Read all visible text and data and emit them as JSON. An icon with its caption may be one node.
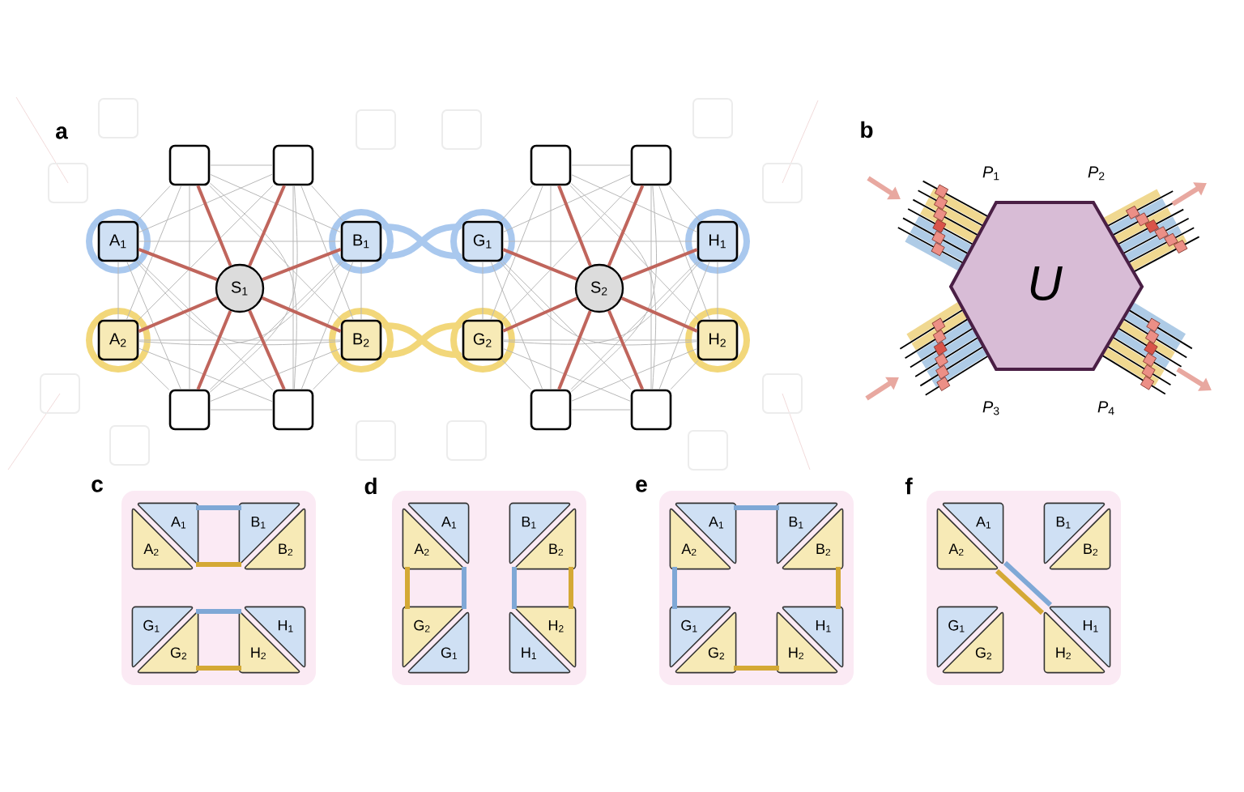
{
  "diagram": {
    "nodes": [
      {
        "text": [],
        "shape": "box"
      },
      {
        "text": [],
        "shape": "box"
      },
      {
        "text": [
          "A$_{1}$"
        ]
      },
      {
        "text": [
          "B$_{1}$"
        ]
      },
      {
        "text": [
          "S$_{1}$"
        ]
      },
      {
        "text": [
          "A$_{2}$"
        ]
      },
      {
        "text": [
          "B$_{2}$"
        ]
      },
      {
        "text": [],
        "shape": "box"
      },
      {
        "text": [],
        "shape": "box"
      },
      {
        "text": [],
        "shape": "box"
      },
      {
        "text": [],
        "shape": "box"
      },
      {
        "text": [
          "G$_{1}$"
        ]
      },
      {
        "text": [
          "H$_{1}$"
        ]
      },
      {
        "text": [
          "S$_{2}$"
        ]
      },
      {
        "text": [
          "G$_{2}$"
        ]
      },
      {
        "text": [
          "H$_{2}$"
        ]
      },
      {
        "text": [],
        "shape": "box"
      },
      {
        "text": [],
        "shape": "box"
      },
      {
        "text": [
          "U"
        ]
      },
      {
        "text": [
          "A$_{1}$"
        ]
      },
      {
        "text": [
          "A$_{2}$"
        ]
      },
      {
        "text": [
          "B$_{1}$"
        ]
      },
      {
        "text": [
          "B$_{2}$"
        ]
      },
      {
        "text": [
          "G$_{1}$"
        ]
      },
      {
        "text": [
          "G$_{2}$"
        ]
      },
      {
        "text": [
          "H$_{1}$"
        ]
      },
      {
        "text": [
          "H$_{2}$"
        ]
      },
      {
        "text": [
          "A$_{1}$"
        ]
      },
      {
        "text": [
          "A$_{2}$"
        ]
      },
      {
        "text": [
          "B$_{1}$"
        ]
      },
      {
        "text": [
          "B$_{2}$"
        ]
      },
      {
        "text": [
          "G$_{1}$"
        ]
      },
      {
        "text": [
          "G$_{2}$"
        ]
      },
      {
        "text": [
          "H$_{1}$"
        ]
      },
      {
        "text": [
          "H$_{2}$"
        ]
      },
      {
        "text": [
          "A$_{1}$"
        ]
      },
      {
        "text": [
          "A$_{2}$"
        ]
      },
      {
        "text": [
          "B$_{1}$"
        ]
      },
      {
        "text": [
          "B$_{2}$"
        ]
      },
      {
        "text": [
          "G$_{1}$"
        ]
      },
      {
        "text": [
          "G$_{2}$"
        ]
      },
      {
        "text": [
          "H$_{1}$"
        ]
      },
      {
        "text": [
          "H$_{2}$"
        ]
      },
      {
        "text": [
          "A$_{1}$"
        ]
      },
      {
        "text": [
          "A$_{2}$"
        ]
      },
      {
        "text": [
          "B$_{1}$"
        ]
      },
      {
        "text": [
          "B$_{2}$"
        ]
      },
      {
        "text": [
          "G$_{1}$"
        ]
      },
      {
        "text": [
          "G$_{2}$"
        ]
      },
      {
        "text": [
          "H$_{1}$"
        ]
      },
      {
        "text": [
          "H$_{2}$"
        ]
      }
    ],
    "edges": [
      {
        "from": 4,
        "to": 0,
        "arrow": "none",
        "style": "thick",
        "color": "#c0655c"
      },
      {
        "from": 4,
        "to": 1,
        "arrow": "none",
        "style": "thick",
        "color": "#c0655c"
      },
      {
        "from": 4,
        "to": 2,
        "arrow": "none",
        "style": "thick",
        "color": "#c0655c"
      },
      {
        "from": 4,
        "to": 3,
        "arrow": "none",
        "style": "thick",
        "color": "#c0655c"
      },
      {
        "from": 4,
        "to": 5,
        "arrow": "none",
        "style": "thick",
        "color": "#c0655c"
      },
      {
        "from": 4,
        "to": 6,
        "arrow": "none",
        "style": "thick",
        "color": "#c0655c"
      },
      {
        "from": 4,
        "to": 7,
        "arrow": "none",
        "style": "thick",
        "color": "#c0655c"
      },
      {
        "from": 4,
        "to": 8,
        "arrow": "none",
        "style": "thick",
        "color": "#c0655c"
      },
      {
        "from": 13,
        "to": 9,
        "arrow": "none",
        "style": "thick",
        "color": "#c0655c"
      },
      {
        "from": 13,
        "to": 10,
        "arrow": "none",
        "style": "thick",
        "color": "#c0655c"
      },
      {
        "from": 13,
        "to": 11,
        "arrow": "none",
        "style": "thick",
        "color": "#c0655c"
      },
      {
        "from": 13,
        "to": 12,
        "arrow": "none",
        "style": "thick",
        "color": "#c0655c"
      },
      {
        "from": 13,
        "to": 14,
        "arrow": "none",
        "style": "thick",
        "color": "#c0655c"
      },
      {
        "from": 13,
        "to": 15,
        "arrow": "none",
        "style": "thick",
        "color": "#c0655c"
      },
      {
        "from": 13,
        "to": 16,
        "arrow": "none",
        "style": "thick",
        "color": "#c0655c"
      },
      {
        "from": 13,
        "to": 17,
        "arrow": "none",
        "style": "thick",
        "color": "#c0655c"
      },
      {
        "from": 0,
        "to": 1,
        "arrow": "none"
      },
      {
        "from": 0,
        "to": 2,
        "arrow": "none"
      },
      {
        "from": 0,
        "to": 3,
        "arrow": "none"
      },
      {
        "from": 0,
        "to": 5,
        "arrow": "none"
      },
      {
        "from": 0,
        "to": 6,
        "arrow": "none"
      },
      {
        "from": 0,
        "to": 7,
        "arrow": "none"
      },
      {
        "from": 0,
        "to": 8,
        "arrow": "none"
      },
      {
        "from": 1,
        "to": 2,
        "arrow": "none"
      },
      {
        "from": 1,
        "to": 3,
        "arrow": "none"
      },
      {
        "from": 1,
        "to": 5,
        "arrow": "none"
      },
      {
        "from": 1,
        "to": 6,
        "arrow": "none"
      },
      {
        "from": 1,
        "to": 7,
        "arrow": "none"
      },
      {
        "from": 1,
        "to": 8,
        "arrow": "none"
      },
      {
        "from": 2,
        "to": 3,
        "arrow": "none"
      },
      {
        "from": 2,
        "to": 5,
        "arrow": "none"
      },
      {
        "from": 2,
        "to": 6,
        "arrow": "none"
      },
      {
        "from": 2,
        "to": 7,
        "arrow": "none"
      },
      {
        "from": 2,
        "to": 8,
        "arrow": "none"
      },
      {
        "from": 3,
        "to": 5,
        "arrow": "none"
      },
      {
        "from": 3,
        "to": 6,
        "arrow": "none"
      },
      {
        "from": 3,
        "to": 7,
        "arrow": "none"
      },
      {
        "from": 3,
        "to": 8,
        "arrow": "none"
      },
      {
        "from": 5,
        "to": 6,
        "arrow": "none"
      },
      {
        "from": 5,
        "to": 7,
        "arrow": "none"
      },
      {
        "from": 5,
        "to": 8,
        "arrow": "none"
      },
      {
        "from": 6,
        "to": 7,
        "arrow": "none"
      },
      {
        "from": 6,
        "to": 8,
        "arrow": "none"
      },
      {
        "from": 7,
        "to": 8,
        "arrow": "none"
      },
      {
        "from": 9,
        "to": 10,
        "arrow": "none"
      },
      {
        "from": 9,
        "to": 11,
        "arrow": "none"
      },
      {
        "from": 9,
        "to": 12,
        "arrow": "none"
      },
      {
        "from": 9,
        "to": 14,
        "arrow": "none"
      },
      {
        "from": 9,
        "to": 15,
        "arrow": "none"
      },
      {
        "from": 9,
        "to": 16,
        "arrow": "none"
      },
      {
        "from": 9,
        "to": 17,
        "arrow": "none"
      },
      {
        "from": 10,
        "to": 11,
        "arrow": "none"
      },
      {
        "from": 10,
        "to": 12,
        "arrow": "none"
      },
      {
        "from": 10,
        "to": 14,
        "arrow": "none"
      },
      {
        "from": 10,
        "to": 15,
        "arrow": "none"
      },
      {
        "from": 10,
        "to": 16,
        "arrow": "none"
      },
      {
        "from": 10,
        "to": 17,
        "arrow": "none"
      },
      {
        "from": 11,
        "to": 12,
        "arrow": "none"
      },
      {
        "from": 11,
        "to": 14,
        "arrow": "none"
      },
      {
        "from": 11,
        "to": 15,
        "arrow": "none"
      },
      {
        "from": 11,
        "to": 16,
        "arrow": "none"
      },
      {
        "from": 11,
        "to": 17,
        "arrow": "none"
      },
      {
        "from": 12,
        "to": 14,
        "arrow": "none"
      },
      {
        "from": 12,
        "to": 15,
        "arrow": "none"
      },
      {
        "from": 12,
        "to": 16,
        "arrow": "none"
      },
      {
        "from": 12,
        "to": 17,
        "arrow": "none"
      },
      {
        "from": 14,
        "to": 15,
        "arrow": "none"
      },
      {
        "from": 14,
        "to": 16,
        "arrow": "none"
      },
      {
        "from": 14,
        "to": 17,
        "arrow": "none"
      },
      {
        "from": 15,
        "to": 16,
        "arrow": "none"
      },
      {
        "from": 15,
        "to": 17,
        "arrow": "none"
      },
      {
        "from": 16,
        "to": 17,
        "arrow": "none"
      },
      {
        "from": 3,
        "to": 11,
        "arrow": "none",
        "style": "thick",
        "color": "#a9c8ee"
      },
      {
        "from": 6,
        "to": 14,
        "arrow": "none",
        "style": "thick",
        "color": "#f2d77a"
      },
      {
        "from": 19,
        "to": 21,
        "arrow": "none",
        "style": "thick",
        "color": "#7fa8d6"
      },
      {
        "from": 20,
        "to": 22,
        "arrow": "none",
        "style": "thick",
        "color": "#d4a935"
      },
      {
        "from": 23,
        "to": 25,
        "arrow": "none",
        "style": "thick",
        "color": "#7fa8d6"
      },
      {
        "from": 24,
        "to": 26,
        "arrow": "none",
        "style": "thick",
        "color": "#d4a935"
      },
      {
        "from": 28,
        "to": 32,
        "arrow": "none",
        "style": "thick",
        "color": "#d4a935"
      },
      {
        "from": 27,
        "to": 31,
        "arrow": "none",
        "style": "thick",
        "color": "#7fa8d6"
      },
      {
        "from": 29,
        "to": 33,
        "arrow": "none",
        "style": "thick",
        "color": "#7fa8d6"
      },
      {
        "from": 30,
        "to": 34,
        "arrow": "none",
        "style": "thick",
        "color": "#d4a935"
      },
      {
        "from": 35,
        "to": 37,
        "arrow": "none",
        "style": "thick",
        "color": "#7fa8d6"
      },
      {
        "from": 36,
        "to": 39,
        "arrow": "none",
        "style": "thick",
        "color": "#7fa8d6"
      },
      {
        "from": 38,
        "to": 41,
        "arrow": "none",
        "style": "thick",
        "color": "#d4a935"
      },
      {
        "from": 40,
        "to": 42,
        "arrow": "none",
        "style": "thick",
        "color": "#d4a935"
      },
      {
        "from": 43,
        "to": 49,
        "arrow": "none",
        "style": "thick",
        "color": "#7fa8d6"
      },
      {
        "from": 44,
        "to": 50,
        "arrow": "none",
        "style": "thick",
        "color": "#d4a935"
      }
    ],
    "labels": [
      "a",
      "b",
      "*P*$_{1}$",
      "*P*$_{2}$",
      "*P*$_{3}$",
      "*P*$_{4}$",
      "c",
      "d",
      "e",
      "f"
    ]
  }
}
